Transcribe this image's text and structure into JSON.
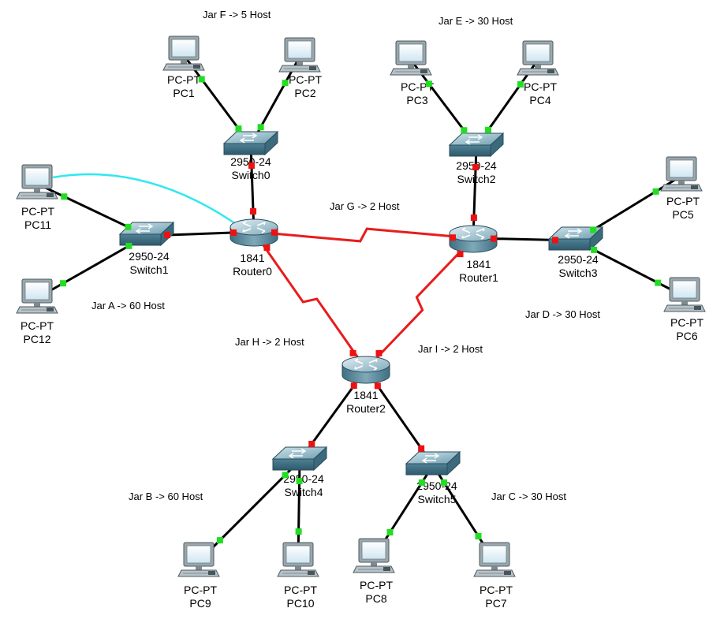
{
  "colors": {
    "ethernet": "#000000",
    "serial": "#e81c1c",
    "crossover": "#2ee8f0",
    "port_up": "#22dd22",
    "port_down": "#ee1111"
  },
  "network_labels": {
    "jar_f": "Jar F -> 5 Host",
    "jar_e": "Jar E -> 30 Host",
    "jar_g": "Jar G -> 2 Host",
    "jar_a": "Jar A -> 60 Host",
    "jar_d": "Jar D -> 30 Host",
    "jar_h": "Jar H -> 2 Host",
    "jar_i": "Jar I -> 2 Host",
    "jar_b": "Jar B -> 60 Host",
    "jar_c": "Jar C -> 30 Host"
  },
  "devices": {
    "pc1": {
      "type": "PC-PT",
      "name": "PC1",
      "icon": "pc-icon"
    },
    "pc2": {
      "type": "PC-PT",
      "name": "PC2",
      "icon": "pc-icon"
    },
    "pc3": {
      "type": "PC-PT",
      "name": "PC3",
      "icon": "pc-icon"
    },
    "pc4": {
      "type": "PC-PT",
      "name": "PC4",
      "icon": "pc-icon"
    },
    "pc5": {
      "type": "PC-PT",
      "name": "PC5",
      "icon": "pc-icon"
    },
    "pc6": {
      "type": "PC-PT",
      "name": "PC6",
      "icon": "pc-icon"
    },
    "pc7": {
      "type": "PC-PT",
      "name": "PC7",
      "icon": "pc-icon"
    },
    "pc8": {
      "type": "PC-PT",
      "name": "PC8",
      "icon": "pc-icon"
    },
    "pc9": {
      "type": "PC-PT",
      "name": "PC9",
      "icon": "pc-icon"
    },
    "pc10": {
      "type": "PC-PT",
      "name": "PC10",
      "icon": "pc-icon"
    },
    "pc11": {
      "type": "PC-PT",
      "name": "PC11",
      "icon": "pc-icon"
    },
    "pc12": {
      "type": "PC-PT",
      "name": "PC12",
      "icon": "pc-icon"
    },
    "switch0": {
      "type": "2950-24",
      "name": "Switch0",
      "icon": "switch-icon"
    },
    "switch1": {
      "type": "2950-24",
      "name": "Switch1",
      "icon": "switch-icon"
    },
    "switch2": {
      "type": "2950-24",
      "name": "Switch2",
      "icon": "switch-icon"
    },
    "switch3": {
      "type": "2950-24",
      "name": "Switch3",
      "icon": "switch-icon"
    },
    "switch4": {
      "type": "2950-24",
      "name": "Switch4",
      "icon": "switch-icon"
    },
    "switch5": {
      "type": "2950-24",
      "name": "Switch5",
      "icon": "switch-icon"
    },
    "router0": {
      "type": "1841",
      "name": "Router0",
      "icon": "router-icon"
    },
    "router1": {
      "type": "1841",
      "name": "Router1",
      "icon": "router-icon"
    },
    "router2": {
      "type": "1841",
      "name": "Router2",
      "icon": "router-icon"
    }
  },
  "links": [
    {
      "from": "pc1",
      "to": "switch0",
      "kind": "ethernet",
      "from_state": "up",
      "to_state": "up"
    },
    {
      "from": "pc2",
      "to": "switch0",
      "kind": "ethernet",
      "from_state": "up",
      "to_state": "up"
    },
    {
      "from": "switch0",
      "to": "router0",
      "kind": "ethernet",
      "from_state": "down",
      "to_state": "down"
    },
    {
      "from": "pc3",
      "to": "switch2",
      "kind": "ethernet",
      "from_state": "up",
      "to_state": "up"
    },
    {
      "from": "pc4",
      "to": "switch2",
      "kind": "ethernet",
      "from_state": "up",
      "to_state": "up"
    },
    {
      "from": "switch2",
      "to": "router1",
      "kind": "ethernet",
      "from_state": "down",
      "to_state": "down"
    },
    {
      "from": "pc11",
      "to": "switch1",
      "kind": "ethernet",
      "from_state": "up",
      "to_state": "up"
    },
    {
      "from": "pc12",
      "to": "switch1",
      "kind": "ethernet",
      "from_state": "up",
      "to_state": "up"
    },
    {
      "from": "switch1",
      "to": "router0",
      "kind": "ethernet",
      "from_state": "down",
      "to_state": "down"
    },
    {
      "from": "pc11",
      "to": "router0",
      "kind": "crossover",
      "from_state": "none",
      "to_state": "none"
    },
    {
      "from": "router0",
      "to": "router1",
      "kind": "serial",
      "from_state": "down",
      "to_state": "down"
    },
    {
      "from": "router1",
      "to": "switch3",
      "kind": "ethernet",
      "from_state": "down",
      "to_state": "down"
    },
    {
      "from": "pc5",
      "to": "switch3",
      "kind": "ethernet",
      "from_state": "up",
      "to_state": "up"
    },
    {
      "from": "pc6",
      "to": "switch3",
      "kind": "ethernet",
      "from_state": "up",
      "to_state": "up"
    },
    {
      "from": "router0",
      "to": "router2",
      "kind": "serial",
      "from_state": "down",
      "to_state": "down"
    },
    {
      "from": "router1",
      "to": "router2",
      "kind": "serial",
      "from_state": "down",
      "to_state": "down"
    },
    {
      "from": "router2",
      "to": "switch4",
      "kind": "ethernet",
      "from_state": "down",
      "to_state": "down"
    },
    {
      "from": "router2",
      "to": "switch5",
      "kind": "ethernet",
      "from_state": "down",
      "to_state": "down"
    },
    {
      "from": "pc9",
      "to": "switch4",
      "kind": "ethernet",
      "from_state": "up",
      "to_state": "up"
    },
    {
      "from": "pc10",
      "to": "switch4",
      "kind": "ethernet",
      "from_state": "up",
      "to_state": "up"
    },
    {
      "from": "pc8",
      "to": "switch5",
      "kind": "ethernet",
      "from_state": "up",
      "to_state": "up"
    },
    {
      "from": "pc7",
      "to": "switch5",
      "kind": "ethernet",
      "from_state": "up",
      "to_state": "up"
    }
  ]
}
